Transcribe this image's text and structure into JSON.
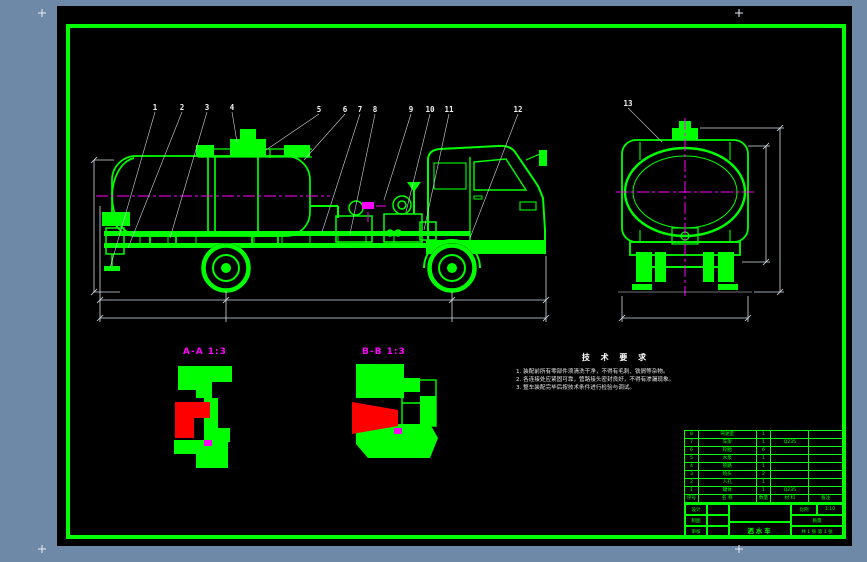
{
  "colors": {
    "canvas_background": "#6e88a7",
    "sheet": "#000000",
    "drawing_green": "#00ff00",
    "centerline_magenta": "#ff00ff",
    "section_red": "#ff0000",
    "dimension_white": "#d9dfe6"
  },
  "callouts": [
    "1",
    "2",
    "3",
    "4",
    "5",
    "6",
    "7",
    "8",
    "9",
    "10",
    "11",
    "12",
    "13"
  ],
  "sections": {
    "a": "A-A 1:3",
    "b": "B-B 1:3"
  },
  "tech": {
    "title": "技 术 要 求",
    "notes": [
      "1. 装配前所有零部件须清洗干净，不得有毛刺、铁屑等杂物。",
      "2. 各连接处应紧固可靠，管路接头密封良好，不得有渗漏现象。",
      "3. 整车装配完毕后按技术条件进行检验与调试。"
    ]
  },
  "title_block": {
    "bom": {
      "headers": {
        "no": "序号",
        "name": "名 称",
        "qty": "数量",
        "mat": "材 料",
        "note": "备注"
      },
      "rows": [
        {
          "no": "8",
          "name": "驾驶室",
          "qty": "1",
          "mat": "",
          "note": ""
        },
        {
          "no": "7",
          "name": "车架",
          "qty": "1",
          "mat": "Q235",
          "note": ""
        },
        {
          "no": "6",
          "name": "轮胎",
          "qty": "6",
          "mat": "",
          "note": ""
        },
        {
          "no": "5",
          "name": "水泵",
          "qty": "1",
          "mat": "",
          "note": ""
        },
        {
          "no": "4",
          "name": "管路",
          "qty": "1",
          "mat": "",
          "note": ""
        },
        {
          "no": "3",
          "name": "喷头",
          "qty": "2",
          "mat": "",
          "note": ""
        },
        {
          "no": "2",
          "name": "人孔",
          "qty": "1",
          "mat": "",
          "note": ""
        },
        {
          "no": "1",
          "name": "罐体",
          "qty": "1",
          "mat": "Q235",
          "note": ""
        }
      ]
    },
    "roles": [
      "设计",
      "制图",
      "审核"
    ],
    "part_name": "洒水车",
    "scale_label": "比例",
    "scale_value": "1:10",
    "mass_label": "质量",
    "sheet_label": "共 1 张  第 1 张"
  }
}
